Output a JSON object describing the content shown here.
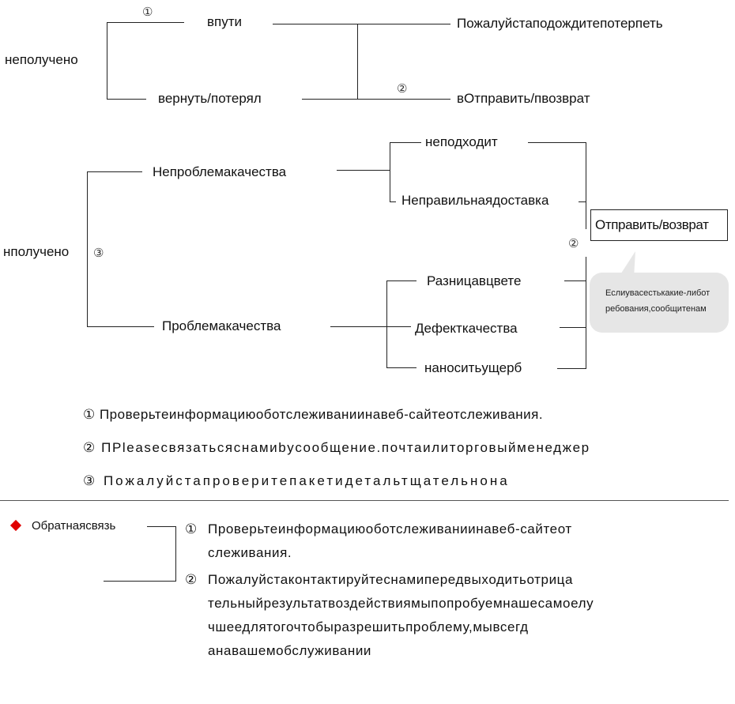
{
  "section1": {
    "root": "неполучено",
    "branch_top": "впути",
    "branch_bottom": "вернуть/потерял",
    "result_top": "Пожалуйстаподождитепотерпеть",
    "result_bottom": "вОтправить/пвозврат",
    "marker_top": "①",
    "marker_bottom": "②"
  },
  "section2": {
    "root": "нполучено",
    "root_marker": "③",
    "no_quality": "Непроблемакачества",
    "no_quality_a": "неподходит",
    "no_quality_b": "Неправильнаядоставка",
    "quality": "Проблемакачества",
    "quality_a": "Разницавцвете",
    "quality_b": "Дефекткачества",
    "quality_c": "наноситьущерб",
    "result_box": "Отправить/возврат",
    "result_marker": "②",
    "bubble_line1": "Еслиувасестькакие-либот",
    "bubble_line2": "ребования,сообщитенам"
  },
  "notes": [
    "① Проверьтеинформациюоботслеживаниинавеб-сайтеотслеживания.",
    "② ПPleaseсвязатьсяснамиbуcообщение.почтаилиторговыйменеджер",
    "③ Пожалуйстапроверитепакетидетальтщательнона"
  ],
  "feedback": {
    "label": "Обратнаясвязь",
    "item1_marker": "①",
    "item1_lines": [
      "Проверьтеинформациюоботслеживаниинавеб-сайтеот",
      "слеживания."
    ],
    "item2_marker": "②",
    "item2_lines": [
      "Пожалуйстаконтактируйтеснамипередвыходитьотрица",
      "тельныйрезультатвоздействиямыпопробуемнашесамоелу",
      "чшеедлятогочтобыразрешитьпроблему,мывсегд",
      "анавашемобслуживании"
    ]
  },
  "colors": {
    "diamond": "#e00000",
    "bubble": "#e6e6e6",
    "line": "#222222"
  }
}
